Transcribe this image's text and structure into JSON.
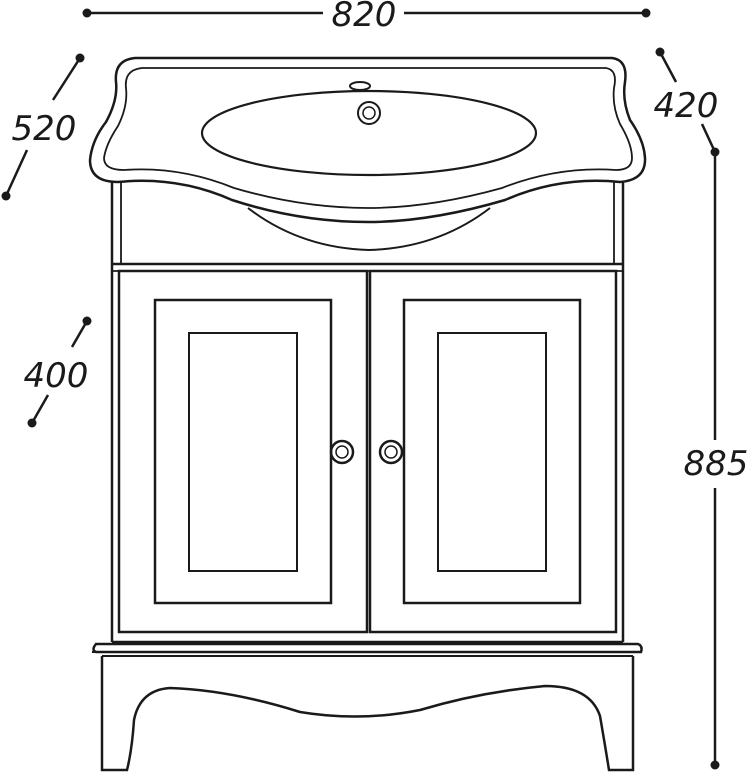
{
  "dimensions": {
    "width": "820",
    "depth_total": "520",
    "depth_basin": "420",
    "height_total": "885",
    "depth_cabinet": "400"
  },
  "colors": {
    "line": "#1a1a1a",
    "background": "#ffffff"
  }
}
